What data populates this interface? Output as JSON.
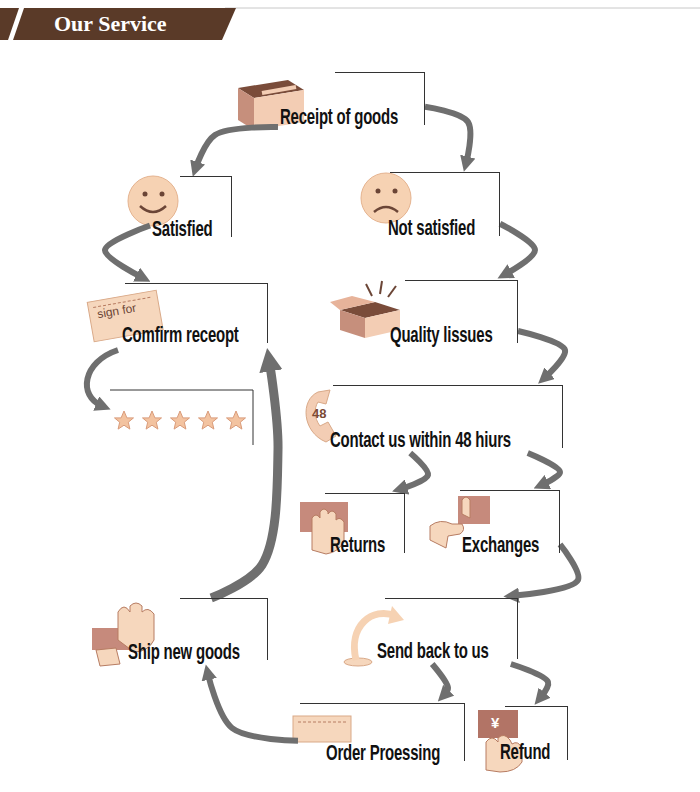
{
  "diagram": {
    "title": "Our Service",
    "nodes": [
      {
        "text": [
          "Receipt of goods"
        ]
      },
      {
        "text": [
          "Satisfied"
        ]
      },
      {
        "text": [
          "Not satisfied"
        ]
      },
      {
        "text": [
          "Comfirm receopt"
        ]
      },
      {
        "text": [
          "Quality lissues"
        ]
      },
      {
        "text": [
          "Contact us within 48 hiurs"
        ]
      },
      {
        "text": [
          "Returns"
        ]
      },
      {
        "text": [
          "Exchanges"
        ]
      },
      {
        "text": [
          "Send back to us"
        ]
      },
      {
        "text": [
          "Ship new goods"
        ]
      },
      {
        "text": [
          "Order Proessing"
        ]
      },
      {
        "text": [
          "Refund"
        ]
      }
    ],
    "edges": [
      {
        "from": 0,
        "to": 1,
        "arrow": "to"
      },
      {
        "from": 0,
        "to": 2,
        "arrow": "to"
      },
      {
        "from": 1,
        "to": 3,
        "arrow": "to"
      },
      {
        "from": 2,
        "to": 4,
        "arrow": "to"
      },
      {
        "from": 4,
        "to": 5,
        "arrow": "to"
      },
      {
        "from": 5,
        "to": 6,
        "arrow": "to"
      },
      {
        "from": 5,
        "to": 7,
        "arrow": "to"
      },
      {
        "from": 7,
        "to": 8,
        "arrow": "to"
      },
      {
        "from": 8,
        "to": 10,
        "arrow": "to"
      },
      {
        "from": 8,
        "to": 11,
        "arrow": "to"
      },
      {
        "from": 10,
        "to": 9,
        "arrow": "to"
      },
      {
        "from": 9,
        "to": 3,
        "arrow": "to"
      }
    ],
    "labels": [
      "sign for",
      "48",
      "¥"
    ]
  }
}
